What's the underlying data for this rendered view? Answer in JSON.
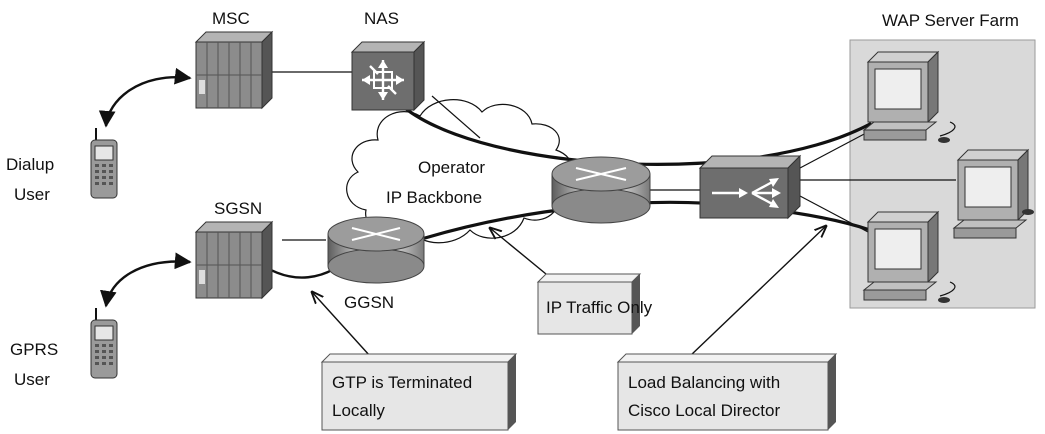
{
  "labels": {
    "msc": "MSC",
    "nas": "NAS",
    "sgsn": "SGSN",
    "ggsn": "GGSN",
    "dialup_line1": "Dialup",
    "dialup_line2": "User",
    "gprs_line1": "GPRS",
    "gprs_line2": "User",
    "backbone_line1": "Operator",
    "backbone_line2": "IP Backbone",
    "server_farm": "WAP Server Farm"
  },
  "callouts": {
    "ip_traffic": "IP Traffic Only",
    "gtp_line1": "GTP is Terminated",
    "gtp_line2": "Locally",
    "lb_line1": "Load Balancing with",
    "lb_line2": "Cisco Local Director"
  },
  "colors": {
    "device_dark": "#6e6e6e",
    "device_mid": "#9a9a9a",
    "device_light": "#c8c8c8",
    "farm_bg": "#d9d9d9",
    "callout_bg": "#e6e6e6",
    "callout_shadow": "#555555"
  }
}
